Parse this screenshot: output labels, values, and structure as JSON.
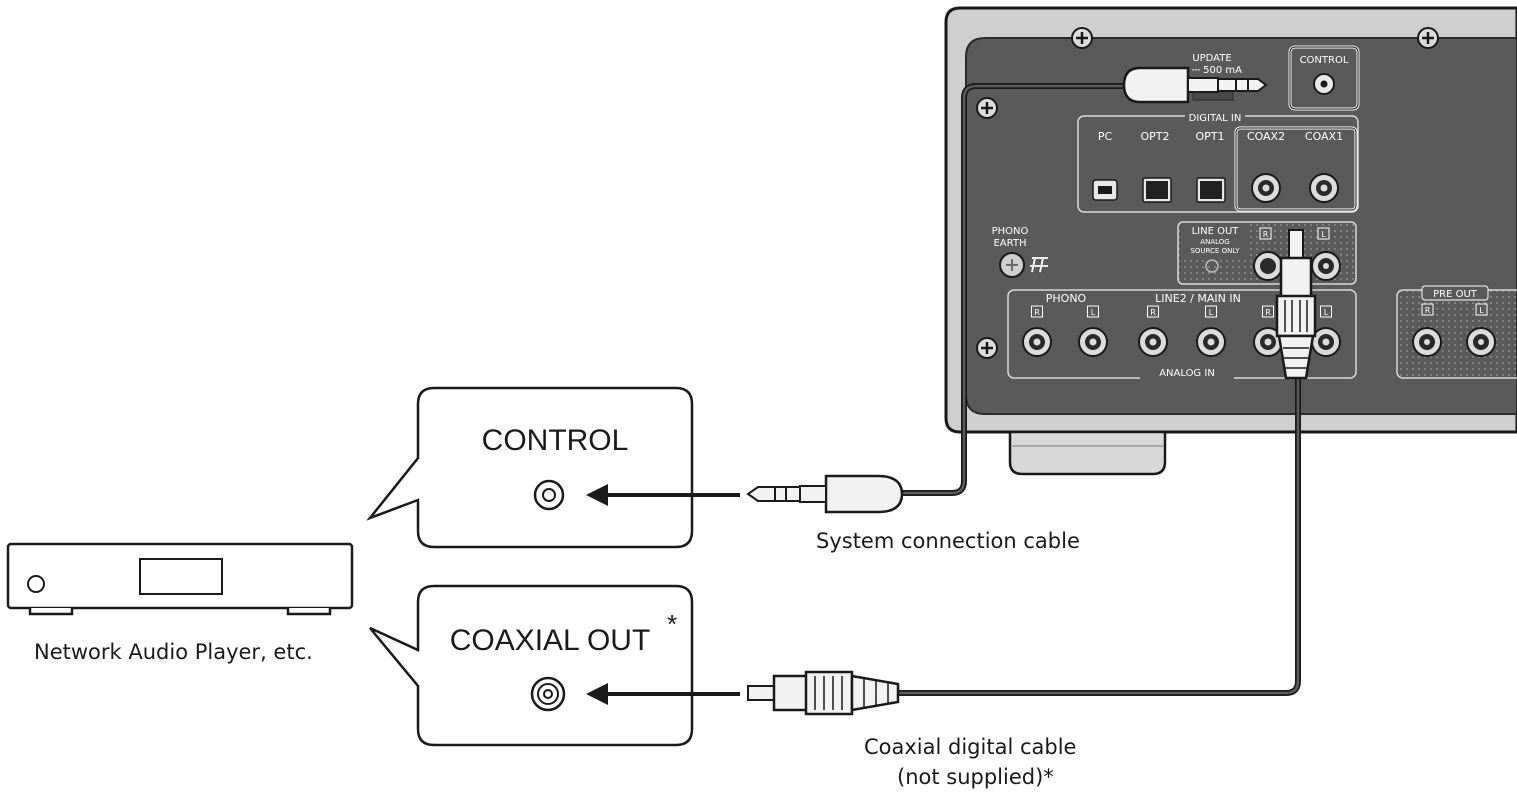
{
  "amp_panel": {
    "update_label": "UPDATE",
    "update_rating": "⎓ 500 mA",
    "control_label": "CONTROL",
    "digital_in_label": "DIGITAL IN",
    "digital_ports": [
      "PC",
      "OPT2",
      "OPT1",
      "COAX2",
      "COAX1"
    ],
    "line_out_label": "LINE OUT",
    "line_out_note_1": "ANALOG",
    "line_out_note_2": "SOURCE ONLY",
    "phono_earth_1": "PHONO",
    "phono_earth_2": "EARTH",
    "phono_label": "PHONO",
    "line2_label": "LINE2 / MAIN IN",
    "analog_in_label": "ANALOG IN",
    "pre_out_label": "PRE OUT",
    "channel_r": "R",
    "channel_l": "L"
  },
  "callouts": {
    "control": "CONTROL",
    "coaxial_out": "COAXIAL OUT",
    "asterisk": "*"
  },
  "captions": {
    "device": "Network Audio Player, etc.",
    "system_cable": "System connection cable",
    "coax_cable_1": "Coaxial digital cable",
    "coax_cable_2": "(not supplied)*"
  },
  "colors": {
    "panel": "#5a5a5a",
    "chassis": "#cfcfcf",
    "outline": "#1a1a1a",
    "cable": "#3a3a3a"
  }
}
